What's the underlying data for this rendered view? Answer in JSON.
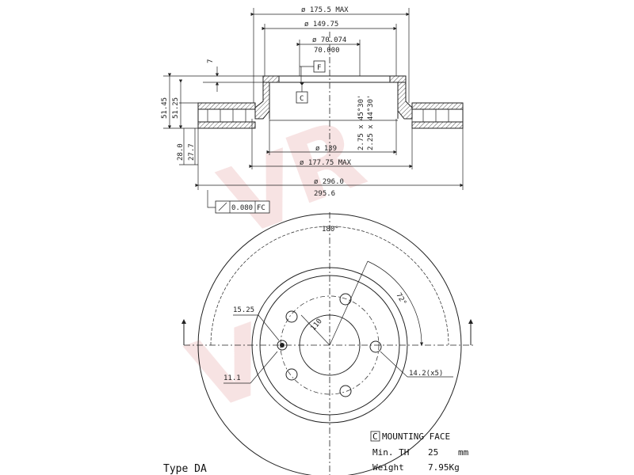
{
  "dimensions": {
    "outer_max": "ø 175.5 MAX",
    "d149": "ø 149.75",
    "pilot_max": "ø 70.074",
    "pilot_min": "70.000",
    "d139": "ø 139",
    "d177": "ø 177.75 MAX",
    "d296": "ø 296.0",
    "d295": "295.6",
    "h7": "7",
    "h5145": "51.45",
    "h5125": "51.25",
    "h280": "28.0",
    "h277": "27.7",
    "chamfer1": "2.75 x 45°30'",
    "chamfer2": "2.25 x 44°30'",
    "datum_f": "F",
    "datum_c": "C",
    "tolerance": "0.080",
    "tolerance_ref": "FC"
  },
  "front_view": {
    "angle_180": "180°",
    "angle_72": "72°",
    "d1525": "15.25",
    "d110": "110",
    "d111": "11.1",
    "holes": "14.2(x5)"
  },
  "notes": {
    "mounting_marker": "C",
    "mounting": "MOUNTING FACE",
    "min_th_label": "Min. TH",
    "min_th_value": "25",
    "min_th_unit": "mm",
    "weight_label": "Weight",
    "weight_value": "7.95Kg",
    "type": "Type DA"
  },
  "colors": {
    "line": "#222222",
    "watermark": "#e8b0b0"
  }
}
